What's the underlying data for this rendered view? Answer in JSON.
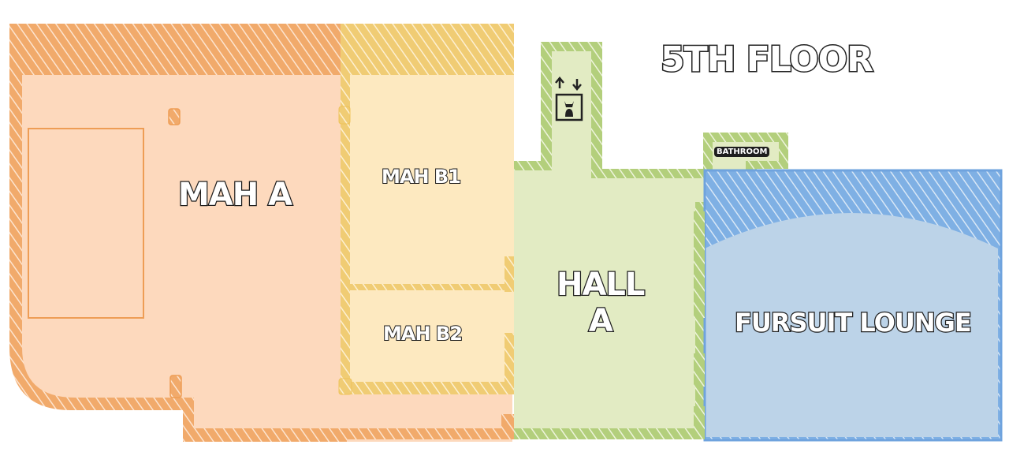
{
  "map": {
    "title": "5TH FLOOR",
    "rooms": [
      {
        "id": "mah-a",
        "label": "MAH A",
        "color": "#fdd9bd",
        "wall": "#ee9d55"
      },
      {
        "id": "mah-b1",
        "label": "MAH B1",
        "color": "#fde9c0",
        "wall": "#eec25a"
      },
      {
        "id": "mah-b2",
        "label": "MAH B2",
        "color": "#fde9c0",
        "wall": "#eec25a"
      },
      {
        "id": "hall-a",
        "label_line1": "HALL",
        "label_line2": "A",
        "color": "#e2ebc3",
        "wall": "#a8c86a"
      },
      {
        "id": "fursuit-lounge",
        "label": "FURSUIT LOUNGE",
        "color": "#bcd3e8",
        "wall": "#6fa3de"
      },
      {
        "id": "bathroom",
        "label": "BATHROOM",
        "color": "#e2ebc3"
      }
    ],
    "icons": [
      "elevator-arrows-icon",
      "elevator-icon"
    ]
  }
}
